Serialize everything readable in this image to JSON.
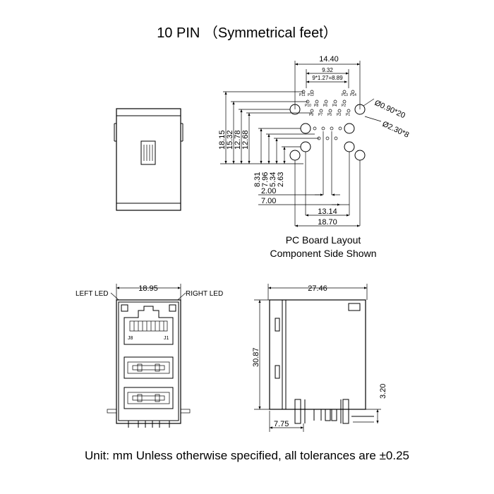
{
  "title": "10 PIN （Symmetrical feet）",
  "footer": "Unit: mm Unless otherwise specified, all tolerances are ±0.25",
  "pcb_layout": {
    "caption_line1": "PC Board Layout",
    "caption_line2": "Component Side Shown",
    "dim_top_1": "14.40",
    "dim_top_2": "9.32",
    "dim_top_3": "9*1.27=8.89",
    "hole_small": "Ø0.90*20",
    "hole_large": "Ø2.30*8",
    "vdim_1": "18.15",
    "vdim_2": "15.32",
    "vdim_3": "12.78",
    "vdim_4": "12.68",
    "vdim_5": "8.31",
    "vdim_6": "7.96",
    "vdim_7": "5.34",
    "vdim_8": "2.63",
    "hdim_1": "2.00",
    "hdim_2": "7.00",
    "hdim_3": "13.14",
    "hdim_4": "18.70",
    "pin_labels_top": [
      "P11",
      "P12",
      "P13",
      "P14"
    ],
    "pin_labels_mid": [
      "P10",
      "P9",
      "P8",
      "P7",
      "P6",
      "P5",
      "P4",
      "P3",
      "P2",
      "P1"
    ]
  },
  "front_view": {
    "width_dim": "18.95",
    "left_led": "LEFT LED",
    "right_led": "RIGHT LED",
    "jack_left": "J8",
    "jack_right": "J1"
  },
  "side_view": {
    "width_dim": "27.46",
    "height_dim": "30.87",
    "foot_dim": "3.20",
    "bottom_dim": "7.75"
  }
}
